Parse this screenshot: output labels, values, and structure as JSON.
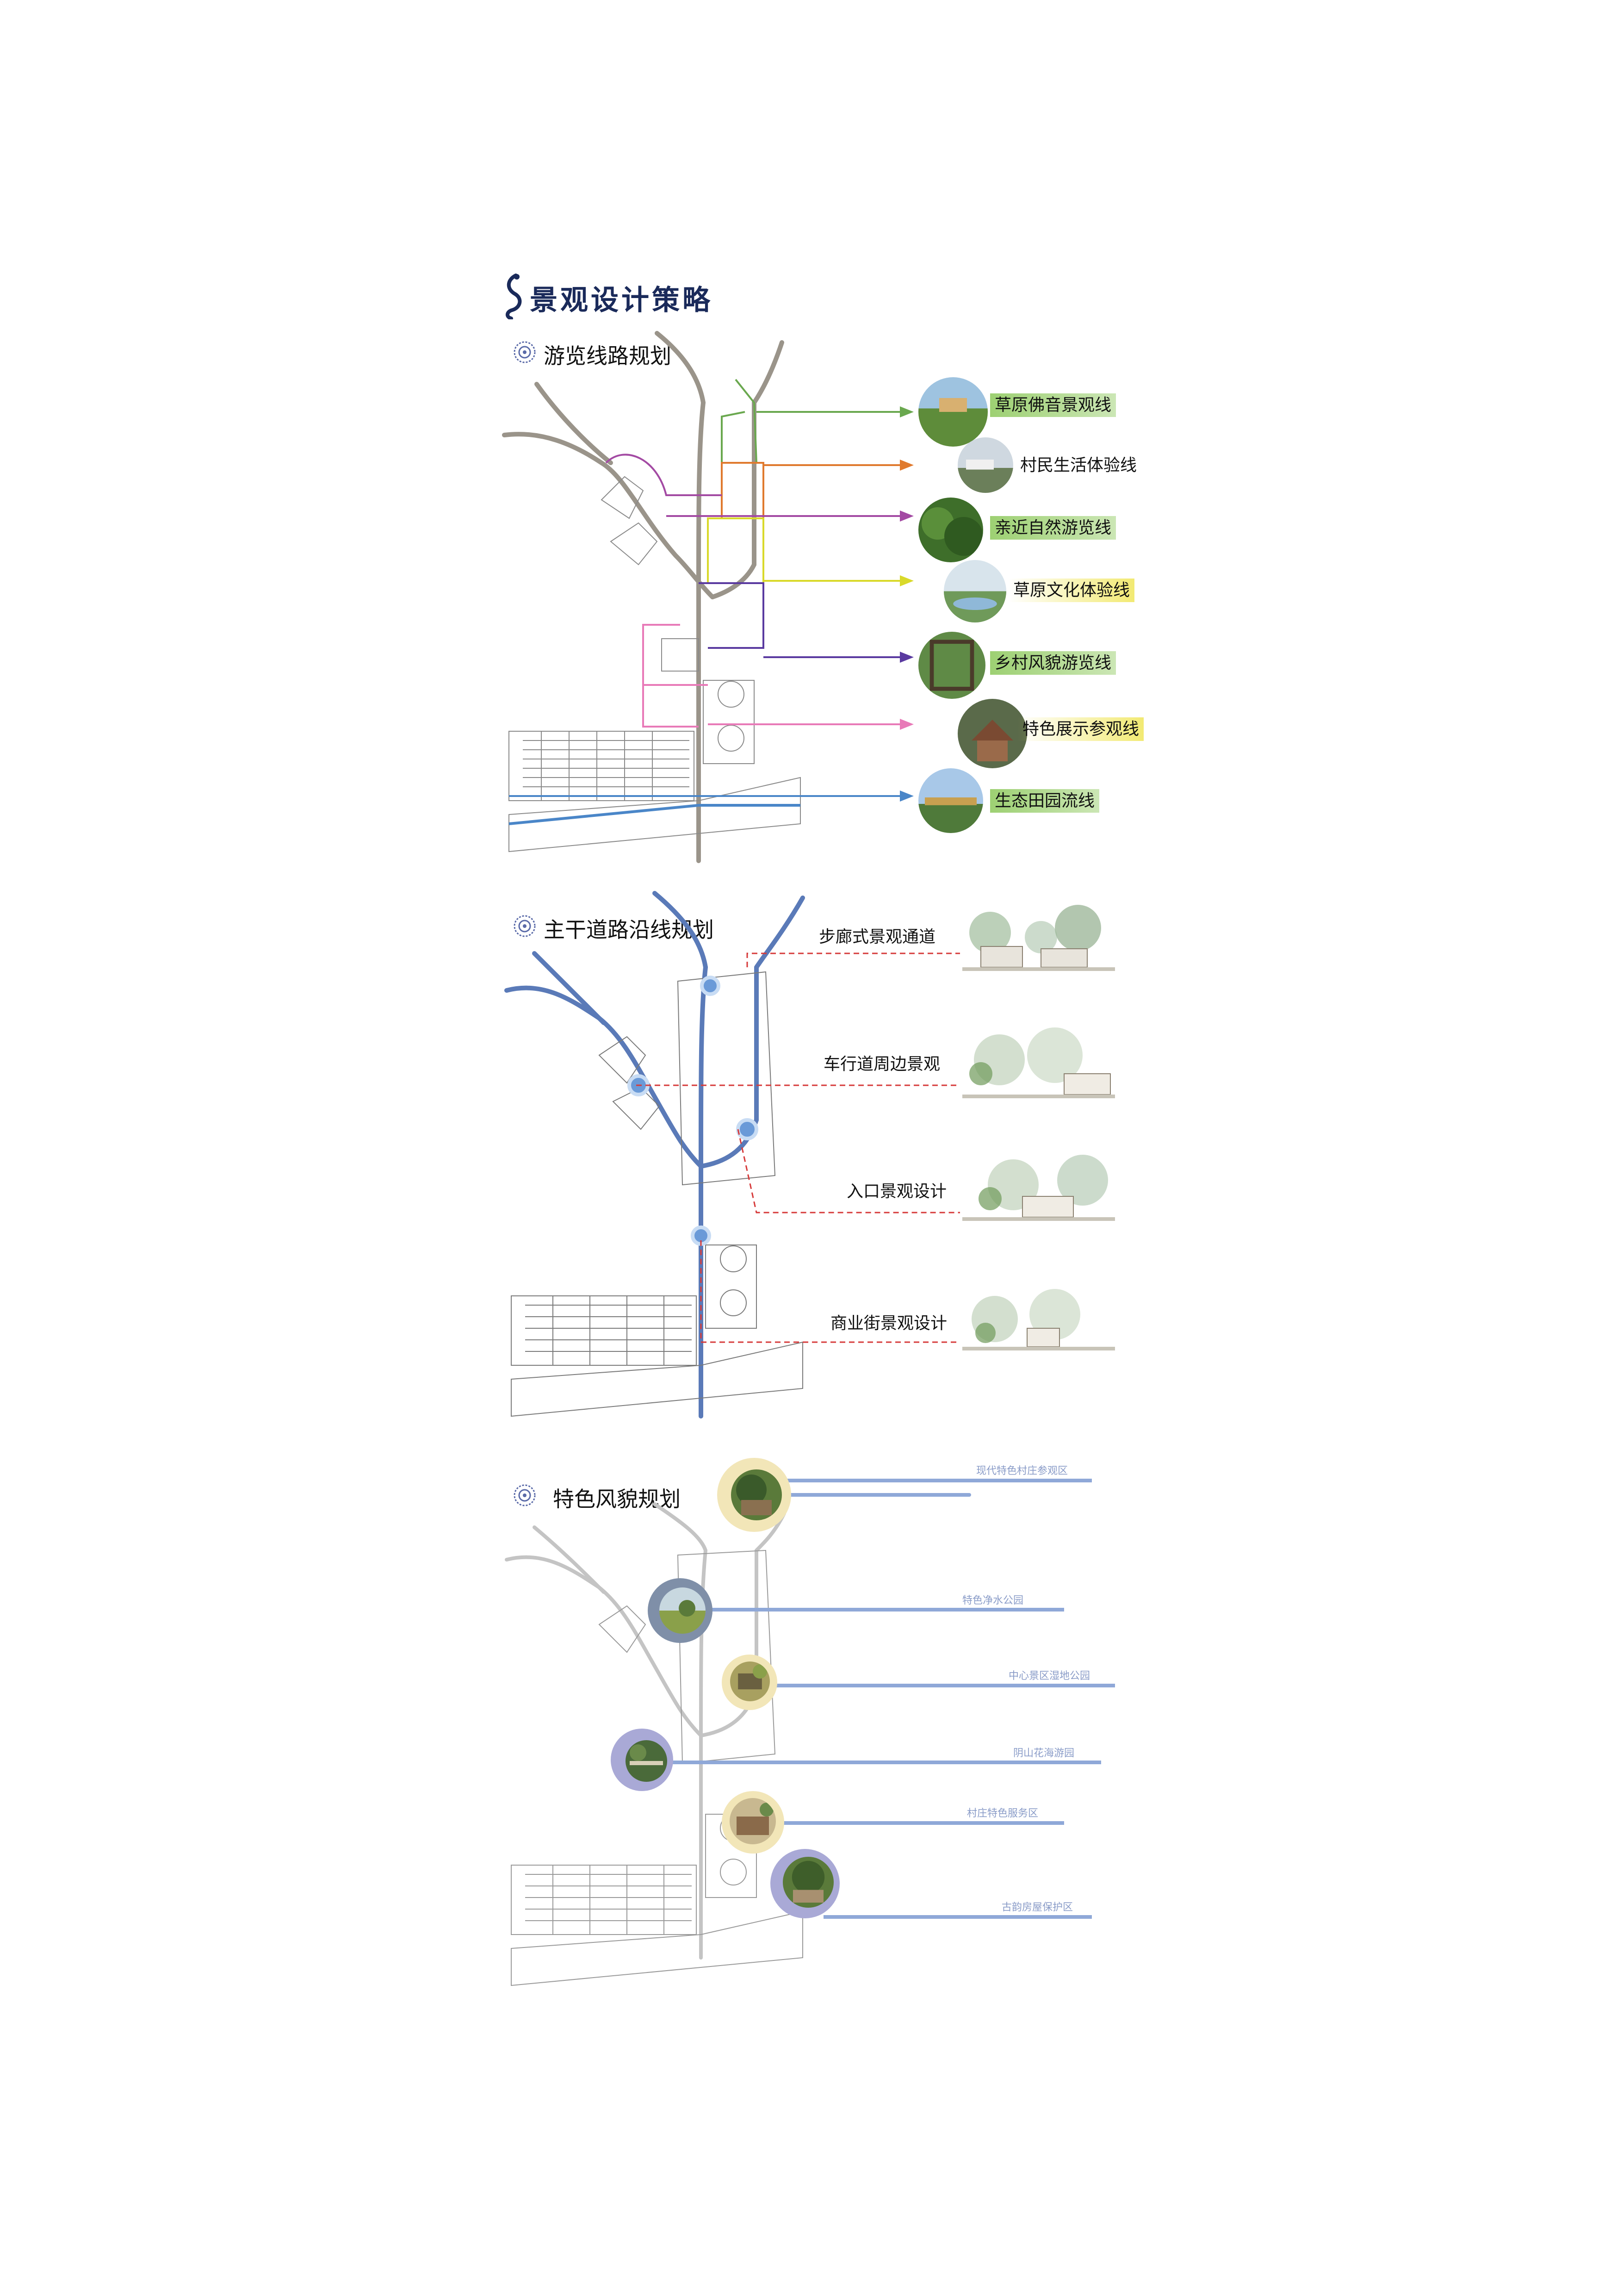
{
  "header": {
    "main_title": "景观设计策略"
  },
  "section1": {
    "title": "游览线路规划",
    "routes": [
      {
        "label": "草原佛音景观线",
        "color": "#6aa84f",
        "highlight": "green"
      },
      {
        "label": "村民生活体验线",
        "color": "#e07a2e",
        "highlight": "none"
      },
      {
        "label": "亲近自然游览线",
        "color": "#a34aa3",
        "highlight": "green"
      },
      {
        "label": "草原文化体验线",
        "color": "#d9d92a",
        "highlight": "yellow"
      },
      {
        "label": "乡村风貌游览线",
        "color": "#5a3aa0",
        "highlight": "green"
      },
      {
        "label": "特色展示参观线",
        "color": "#e87ab8",
        "highlight": "yellow"
      },
      {
        "label": "生态田园流线",
        "color": "#4a86c8",
        "highlight": "green"
      }
    ]
  },
  "section2": {
    "title": "主干道路沿线规划",
    "segments": [
      {
        "label": "步廊式景观通道"
      },
      {
        "label": "车行道周边景观"
      },
      {
        "label": "入口景观设计"
      },
      {
        "label": "商业街景观设计"
      }
    ]
  },
  "section3": {
    "title": "特色风貌规划",
    "zones": [
      {
        "label": "现代特色村庄参观区"
      },
      {
        "label": "特色净水公园"
      },
      {
        "label": "中心景区湿地公园"
      },
      {
        "label": "阴山花海游园"
      },
      {
        "label": "村庄特色服务区"
      },
      {
        "label": "古韵房屋保护区"
      }
    ]
  },
  "colors": {
    "title_navy": "#1a2a5a",
    "road_blue": "#5a7ab8",
    "zone_line_blue": "#8fa8d8",
    "dashed_red": "#d63a3a",
    "ring_cream": "#f2e6b8",
    "ring_slate": "#7f8fa8",
    "ring_lilac": "#a9a9d6"
  }
}
